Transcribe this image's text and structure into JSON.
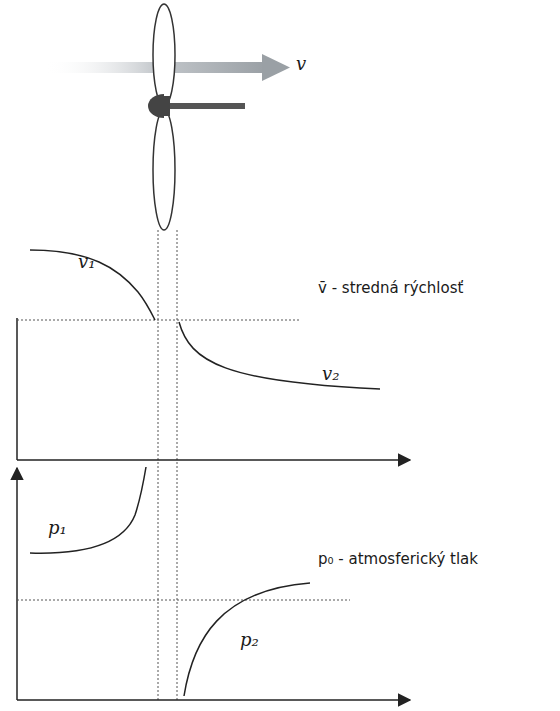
{
  "diagram": {
    "labels": [
      "v",
      "v₁",
      "v̄ - stredná rýchlosť",
      "v₂",
      "p₁",
      "p₀ - atmosferický tlak",
      "p₂"
    ]
  }
}
